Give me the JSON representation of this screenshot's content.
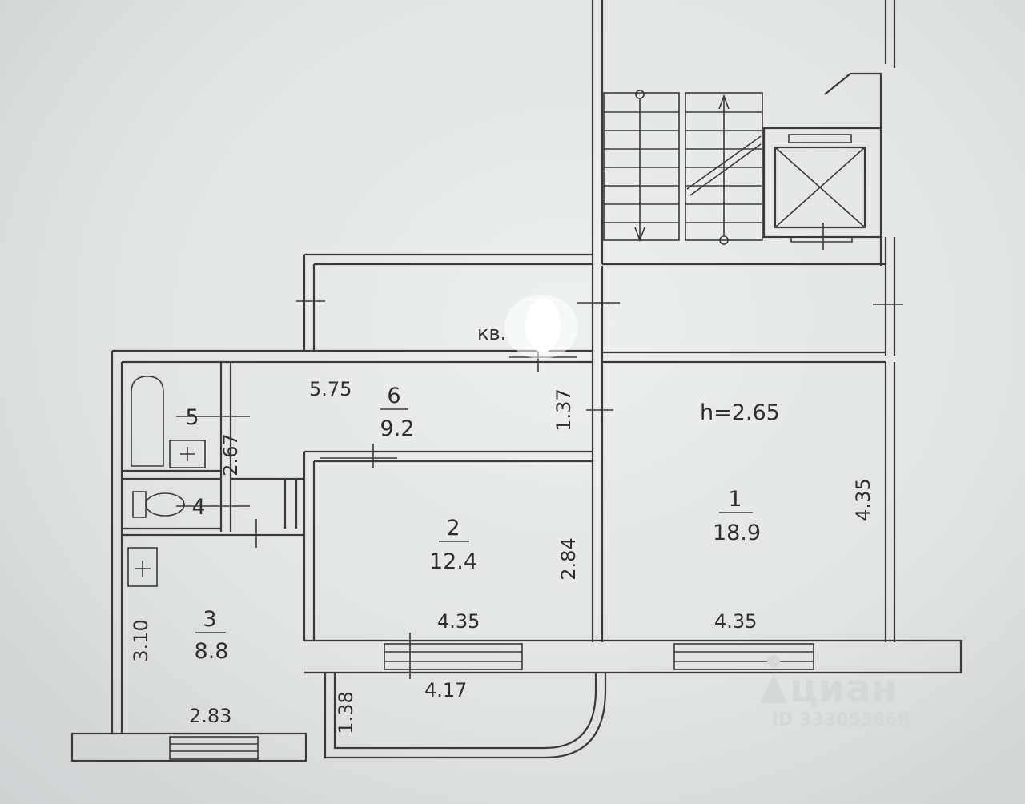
{
  "apartment_label": "кв.",
  "ceiling_height": "h=2.65",
  "rooms": [
    {
      "number": "1",
      "area": "18.9"
    },
    {
      "number": "2",
      "area": "12.4"
    },
    {
      "number": "3",
      "area": "8.8"
    },
    {
      "number": "4",
      "area": ""
    },
    {
      "number": "5",
      "area": ""
    },
    {
      "number": "6",
      "area": "9.2"
    }
  ],
  "dimensions": {
    "hall_length": "5.75",
    "hall_width": "1.37",
    "bath_length": "2.67",
    "room1_height": "4.35",
    "room1_width": "4.35",
    "room2_width": "4.35",
    "room2_height": "2.84",
    "room3_height": "3.10",
    "room3_width": "2.83",
    "balcony_length": "4.17",
    "balcony_depth": "1.38"
  },
  "watermark": {
    "brand": "циан",
    "id": "ID 333055868"
  }
}
